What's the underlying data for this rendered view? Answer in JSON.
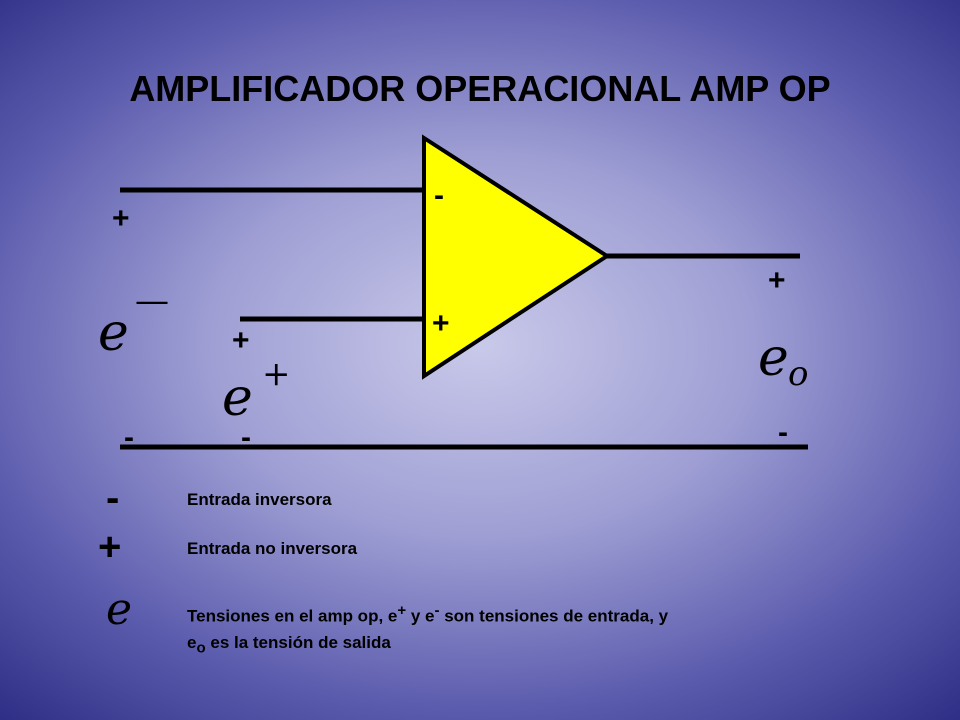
{
  "title": "AMPLIFICADOR OPERACIONAL AMP OP",
  "diagram": {
    "opamp_color": "#ffff00",
    "inverting_sign": "-",
    "noninverting_sign": "+",
    "input_left_plus": "+",
    "input_inner_plus": "+",
    "output_plus": "+",
    "ground_minus_1": "-",
    "ground_minus_2": "-",
    "ground_minus_3": "-",
    "e_minus_base": "e",
    "e_minus_sup": "—",
    "e_plus_base": "e",
    "e_plus_sup": "+",
    "eo_base": "e",
    "eo_sub": "o"
  },
  "legend": {
    "minus_sym": "-",
    "minus_text": "Entrada inversora",
    "plus_sym": "+",
    "plus_text": "Entrada no inversora",
    "e_sym": "e",
    "e_text_1": "Tensiones en el amp op,  e",
    "e_text_sup1": "+",
    "e_text_2": " y e",
    "e_text_sup2": "-",
    "e_text_3": " son tensiones de entrada, y",
    "e_text_line2_base": "e",
    "e_text_line2_sub": "o",
    "e_text_line2_rest": " es la tensión de salida"
  }
}
